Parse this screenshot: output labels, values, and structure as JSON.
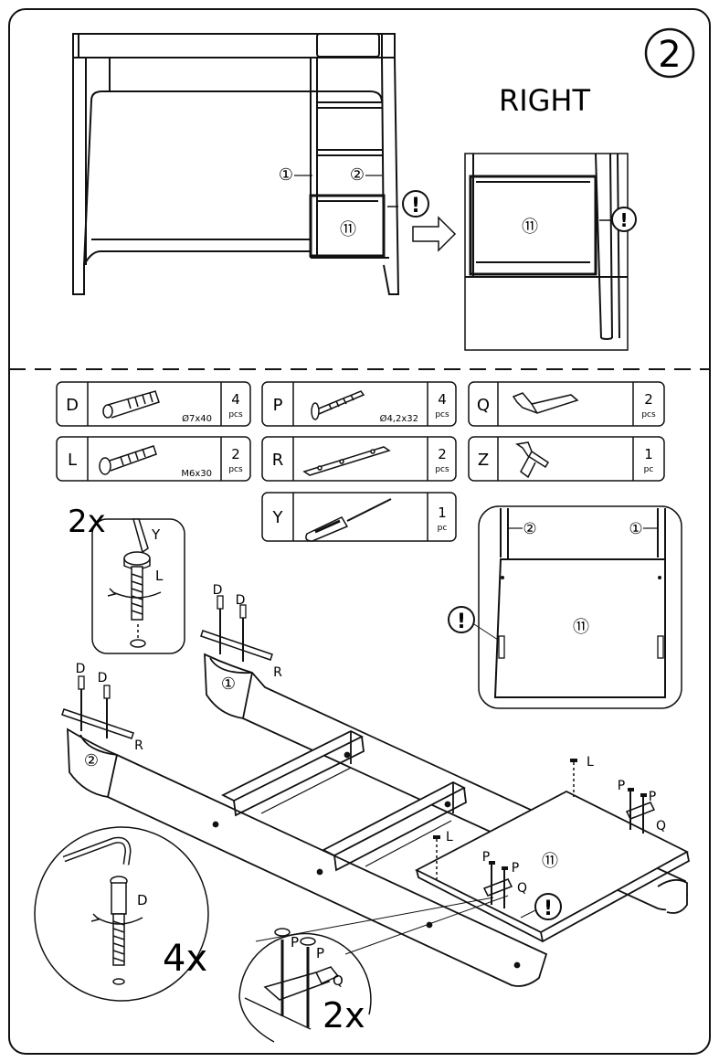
{
  "step": {
    "number": "2",
    "side_label": "RIGHT"
  },
  "callouts": {
    "part_1": "①",
    "part_2": "②",
    "part_11": "⑪",
    "warning": "!"
  },
  "parts": [
    {
      "code": "D",
      "size": "Ø7x40",
      "qty": "4",
      "unit": "pcs"
    },
    {
      "code": "P",
      "size": "Ø4,2x32",
      "qty": "4",
      "unit": "pcs"
    },
    {
      "code": "Q",
      "size": "",
      "qty": "2",
      "unit": "pcs"
    },
    {
      "code": "L",
      "size": "M6x30",
      "qty": "2",
      "unit": "pcs"
    },
    {
      "code": "R",
      "size": "",
      "qty": "2",
      "unit": "pcs"
    },
    {
      "code": "Z",
      "size": "",
      "qty": "1",
      "unit": "pc"
    },
    {
      "code": "Y",
      "size": "",
      "qty": "1",
      "unit": "pc"
    }
  ],
  "multipliers": {
    "bolt_detail": "2x",
    "dowel_detail": "4x",
    "plate_detail": "2x"
  },
  "letters": {
    "D": "D",
    "L": "L",
    "P": "P",
    "Q": "Q",
    "R": "R",
    "Y": "Y"
  }
}
